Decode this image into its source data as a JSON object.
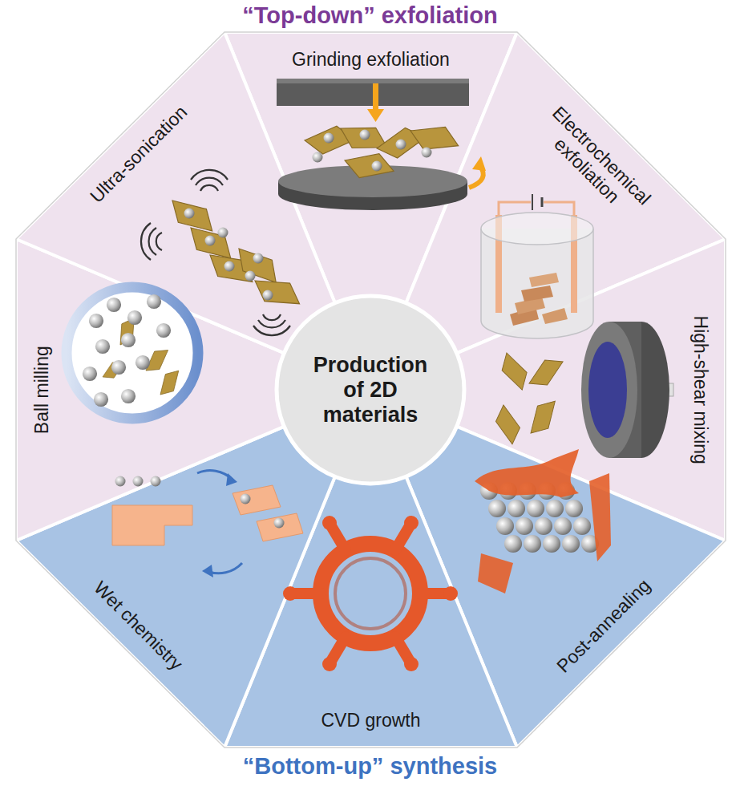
{
  "diagram": {
    "nodes": [
      {
        "text": [
          "Grinding exfoliation"
        ]
      },
      {
        "text": [
          "Electrochemical exfoliation"
        ]
      },
      {
        "text": [
          "High-shear mixing"
        ]
      },
      {
        "text": [
          "Post-annealing"
        ]
      },
      {
        "text": [
          "CVD growth"
        ]
      },
      {
        "text": [
          "Wet chemistry"
        ]
      },
      {
        "text": [
          "Ball milling"
        ]
      },
      {
        "text": [
          "Ultra-sonication"
        ]
      },
      {
        "text": [
          "Production of 2D materials"
        ]
      }
    ],
    "labels": [
      "“Top-down” exfoliation",
      "“Bottom-up” synthesis"
    ]
  }
}
